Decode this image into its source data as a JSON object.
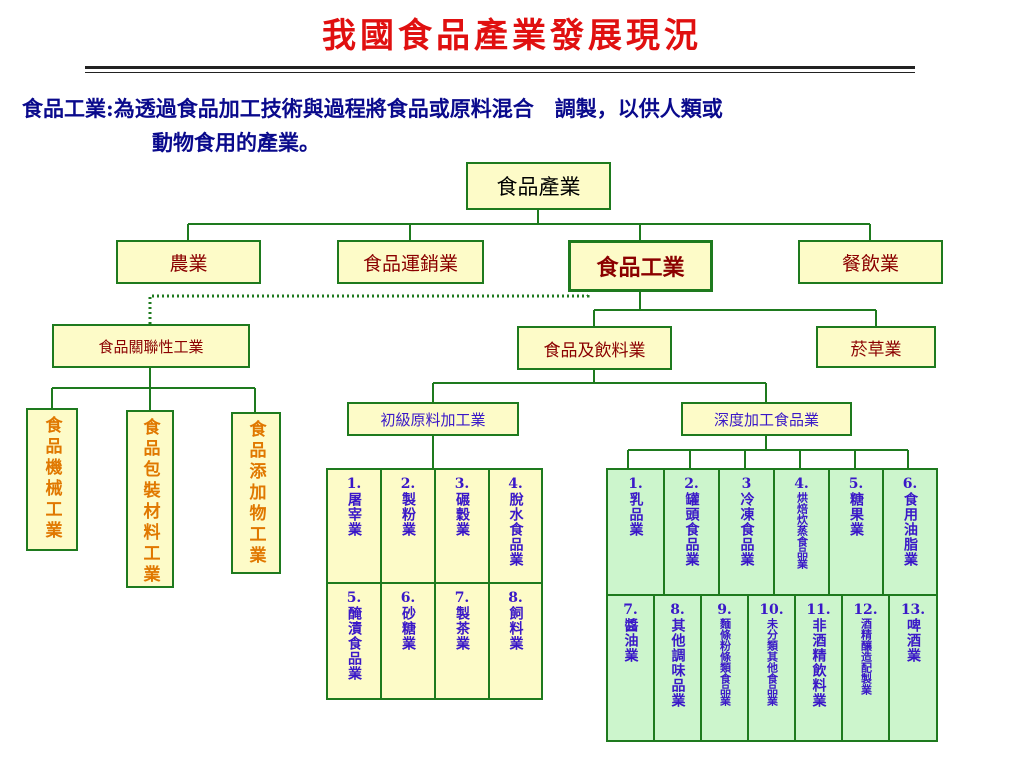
{
  "title": "我國食品產業發展現況",
  "definition": {
    "term": "食品工業:",
    "line1": "為透過食品加工技術與過程將食品或原料混合　調製，以供人類或",
    "line2": "動物食用的產業。"
  },
  "diagram": {
    "root": "食品產業",
    "level1": [
      "農業",
      "食品運銷業",
      "食品工業",
      "餐飲業"
    ],
    "related": "食品關聯性工業",
    "food_beverage": "食品及飲料業",
    "tobacco": "菸草業",
    "related_children": [
      "食品機械工業",
      "食品包裝材料工業",
      "食品添加物工業"
    ],
    "primary": "初級原料加工業",
    "deep": "深度加工食品業",
    "primary_items": [
      {
        "num": "1.",
        "text": "屠宰業"
      },
      {
        "num": "2.",
        "text": "製粉業"
      },
      {
        "num": "3.",
        "text": "碾穀業"
      },
      {
        "num": "4.",
        "text": "脫水食品業"
      },
      {
        "num": "5.",
        "text": "醃漬食品業"
      },
      {
        "num": "6.",
        "text": "砂糖業"
      },
      {
        "num": "7.",
        "text": "製茶業"
      },
      {
        "num": "8.",
        "text": "飼料業"
      }
    ],
    "deep_items_row1": [
      {
        "num": "1.",
        "text": "乳品業"
      },
      {
        "num": "2.",
        "text": "罐頭食品業"
      },
      {
        "num": "3",
        "text": "冷凍食品業"
      },
      {
        "num": "4.",
        "text": "烘焙炊蒸食品業"
      },
      {
        "num": "5.",
        "text": "糖果業"
      },
      {
        "num": "6.",
        "text": "食用油脂業"
      }
    ],
    "deep_items_row2": [
      {
        "num": "7.",
        "text": "醬油業"
      },
      {
        "num": "8.",
        "text": "其他調味品業"
      },
      {
        "num": "9.",
        "text": "麵條粉條類食品業"
      },
      {
        "num": "10.",
        "text": "未分類其他食品業"
      },
      {
        "num": "11.",
        "text": "非酒精飲料業"
      },
      {
        "num": "12.",
        "text": "酒精釀造配製業"
      },
      {
        "num": "13.",
        "text": "啤酒業"
      }
    ]
  },
  "colors": {
    "title": "#e01010",
    "definition": "#0a0a8c",
    "box_border": "#1e7a1e",
    "box_fill": "#fdfbc8",
    "green_fill": "#ccf5cc",
    "highlight_text": "#8b0000",
    "orange_text": "#e07800",
    "purple_text": "#3a18c8"
  }
}
